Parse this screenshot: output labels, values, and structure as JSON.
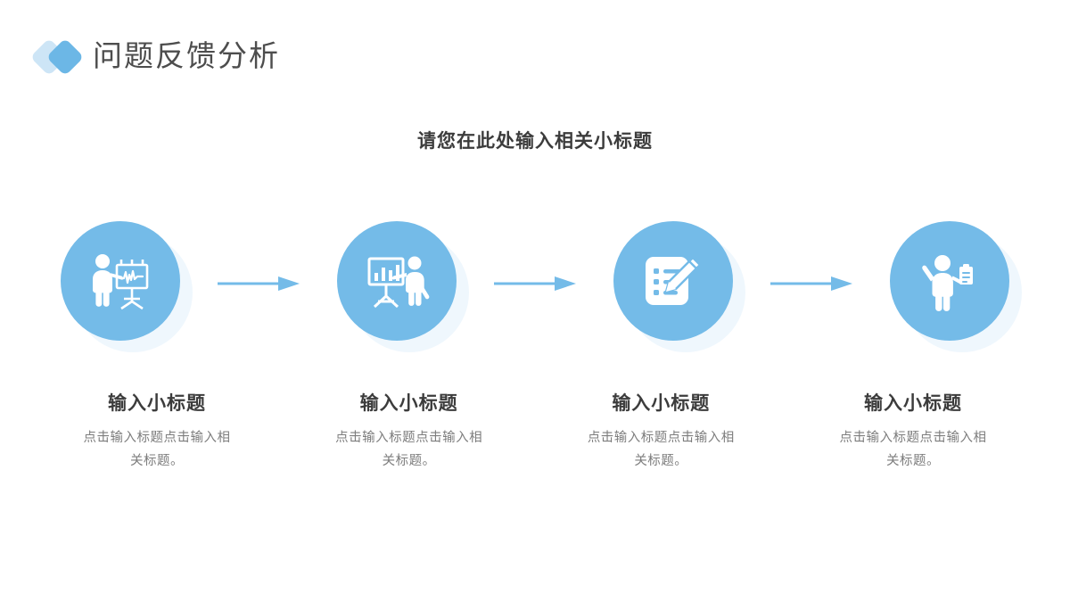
{
  "header": {
    "title": "问题反馈分析",
    "logo_color_back": "#cde5f6",
    "logo_color_front": "#6cb7e6"
  },
  "subtitle": "请您在此处输入相关小标题",
  "theme": {
    "circle_color": "#74bbe8",
    "halo_color": "#eff7fd",
    "arrow_color": "#74bbe8",
    "title_color": "#3c3c3c",
    "body_color": "#7d7d7d",
    "page_title_color": "#4d4d4d",
    "background": "#ffffff"
  },
  "steps": [
    {
      "icon": "presenter-chart-board-icon",
      "title": "输入小标题",
      "body": "点击输入标题点击输入相关标题。"
    },
    {
      "icon": "bar-chart-easel-presenter-icon",
      "title": "输入小标题",
      "body": "点击输入标题点击输入相关标题。"
    },
    {
      "icon": "checklist-pencil-icon",
      "title": "输入小标题",
      "body": "点击输入标题点击输入相关标题。"
    },
    {
      "icon": "person-clipboard-raised-arm-icon",
      "title": "输入小标题",
      "body": "点击输入标题点击输入相关标题。"
    }
  ],
  "arrows": [
    {
      "name": "arrow-step1-step2"
    },
    {
      "name": "arrow-step2-step3"
    },
    {
      "name": "arrow-step3-step4"
    }
  ]
}
